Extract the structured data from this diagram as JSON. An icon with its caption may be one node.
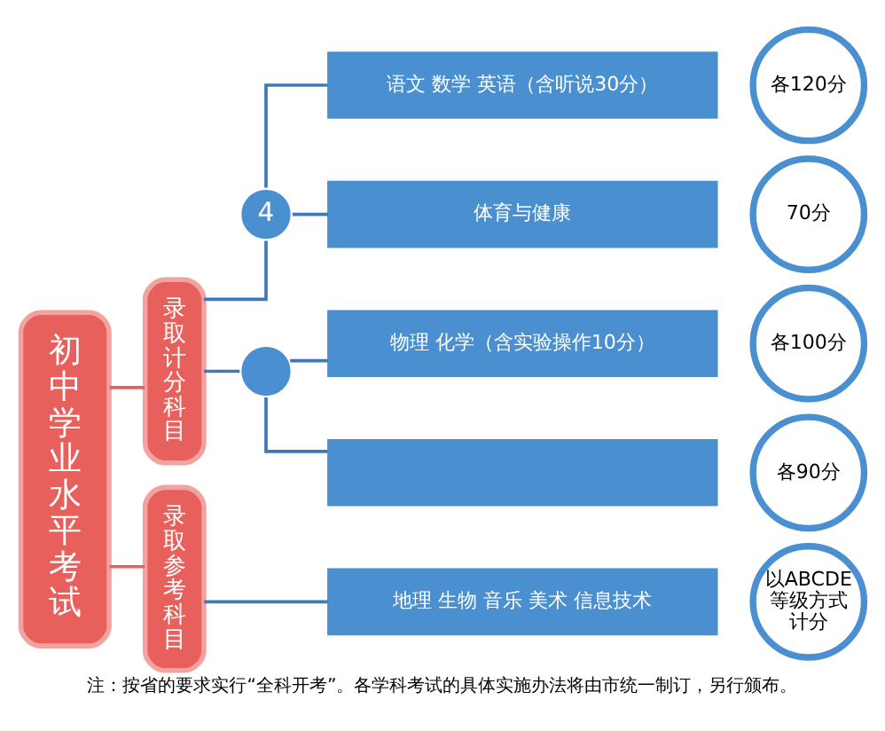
{
  "diagram": {
    "caption": "注：按省的要求实行“全科开考”。各学科考试的具体实施办法将由市统一制订，另行颁布。",
    "nodes": [
      {
        "text": [
          "初中学业水平考试"
        ]
      },
      {
        "text": [
          "录取计分科目"
        ]
      },
      {
        "text": [
          "4"
        ]
      },
      {
        "text": [
          "语文 数学 英语（含听说30分）"
        ]
      },
      {
        "text": [
          "各120分"
        ]
      },
      {
        "text": [
          "体育与健康"
        ]
      },
      {
        "text": [
          "70分"
        ]
      },
      {
        "text": [],
        "shape": "circle"
      },
      {
        "text": [
          "物理 化学（含实验操作10分）"
        ]
      },
      {
        "text": [
          "各100分"
        ]
      },
      {
        "text": [],
        "shape": "box"
      },
      {
        "text": [
          "各90分"
        ]
      },
      {
        "text": [
          "录取参考科目"
        ]
      },
      {
        "text": [
          "地理 生物 音乐 美术 信息技术"
        ]
      },
      {
        "text": [
          "以ABCDE等级方式计分"
        ]
      }
    ],
    "edges": [
      {
        "from": 0,
        "to": 1,
        "arrow": "none",
        "color": "#e8605c"
      },
      {
        "from": 0,
        "to": 12,
        "arrow": "none",
        "color": "#e8605c"
      },
      {
        "from": 1,
        "to": 2,
        "arrow": "none"
      },
      {
        "from": 1,
        "to": 7,
        "arrow": "none"
      },
      {
        "from": 2,
        "to": 3,
        "arrow": "none"
      },
      {
        "from": 2,
        "to": 5,
        "arrow": "none"
      },
      {
        "from": 7,
        "to": 8,
        "arrow": "none"
      },
      {
        "from": 7,
        "to": 10,
        "arrow": "none"
      },
      {
        "from": 12,
        "to": 13,
        "arrow": "none"
      }
    ]
  }
}
